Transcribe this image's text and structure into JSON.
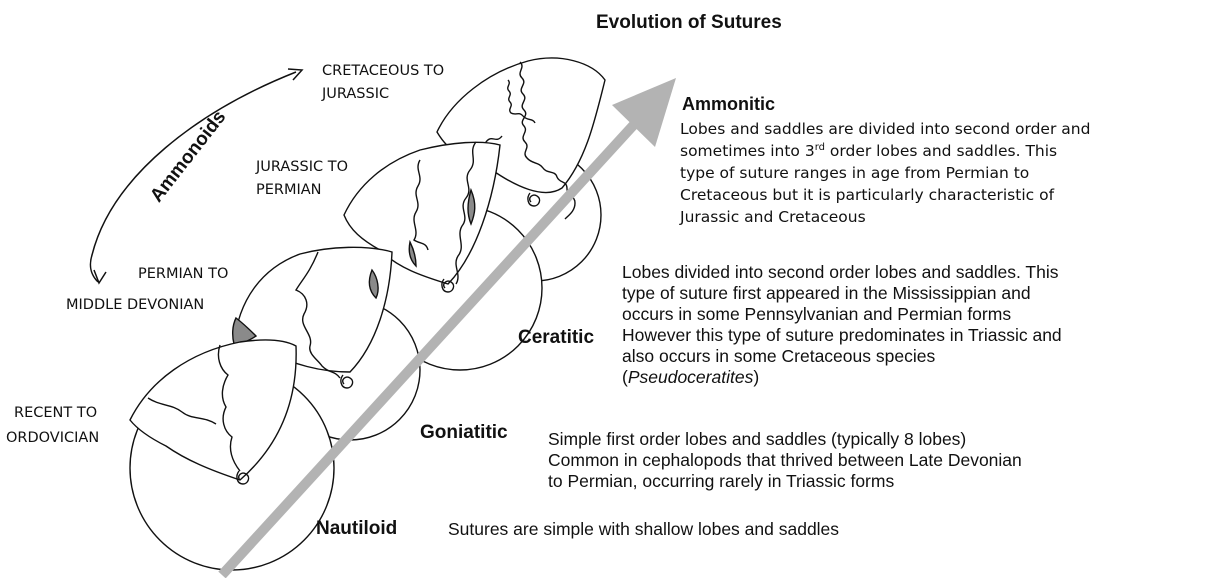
{
  "title": "Evolution of Sutures",
  "group_label": "Ammonoids",
  "ages": [
    {
      "lines": [
        "CRETACEOUS TO",
        "JURASSIC"
      ]
    },
    {
      "lines": [
        "JURASSIC TO",
        "PERMIAN"
      ]
    },
    {
      "lines": [
        "PERMIAN TO",
        "MIDDLE DEVONIAN"
      ]
    },
    {
      "lines": [
        "RECENT TO",
        "ORDOVICIAN"
      ]
    }
  ],
  "types": {
    "ammonitic": {
      "name": "Ammonitic",
      "lines": [
        "Lobes and saddles are divided into second order and",
        {
          "before": "sometimes into 3",
          "sup": "rd",
          "after": " order lobes and saddles. This"
        },
        "type of suture ranges in age from Permian to",
        "Cretaceous but it is particularly characteristic of",
        "Jurassic and Cretaceous"
      ]
    },
    "ceratitic": {
      "name": "Ceratitic",
      "lines": [
        "Lobes divided into second order lobes and saddles. This",
        "type of suture first appeared in the Mississippian and",
        "occurs in some Pennsylvanian and Permian forms",
        "However this type of suture predominates in Triassic and",
        "also occurs in some Cretaceous species",
        {
          "before": "(",
          "italic": "Pseudoceratites",
          "after": ")"
        }
      ]
    },
    "goniatitic": {
      "name": "Goniatitic",
      "lines": [
        "Simple first order lobes and saddles (typically 8 lobes)",
        "Common in cephalopods that thrived between Late Devonian",
        "to Permian, occurring rarely in Triassic forms"
      ]
    },
    "nautiloid": {
      "name": "Nautiloid",
      "lines": [
        "Sutures are simple with shallow lobes and saddles"
      ]
    }
  },
  "colors": {
    "arrow": "#b3b3b3",
    "line": "#111111",
    "shade": "#8a8a8a"
  }
}
